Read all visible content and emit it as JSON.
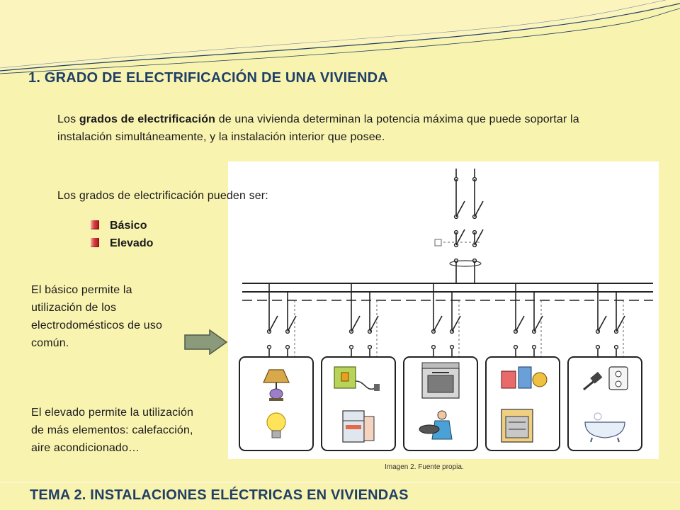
{
  "slide": {
    "title": "1. GRADO DE ELECTRIFICACIÓN DE UNA VIVIENDA",
    "intro": {
      "pre": "Los ",
      "bold": "grados de electrificación",
      "post": " de una vivienda determinan la potencia máxima que puede soportar la instalación simultáneamente, y la instalación interior que posee."
    },
    "levels_intro": "Los grados de electrificación pueden ser:",
    "levels": [
      "Básico",
      "Elevado"
    ],
    "basic_description": "El básico permite la utilización de los electrodomésticos de uso común.",
    "elevated_description": "El elevado permite la utilización de más elementos: calefacción, aire acondicionado…",
    "image_caption": "Imagen 2. Fuente propia.",
    "footer": "TEMA 2. INSTALACIONES ELÉCTRICAS EN VIVIENDAS"
  },
  "diagram": {
    "circuits": 5,
    "appliance_icons": [
      [
        "lamp-icon",
        "light-bulb-icon"
      ],
      [
        "washing-machine-icon",
        "refrigerator-icon"
      ],
      [
        "stove-icon",
        "cook-icon"
      ],
      [
        "kitchen-appliances-icon",
        "dishwasher-icon"
      ],
      [
        "plug-socket-icon",
        "bathtub-icon"
      ]
    ]
  },
  "colors": {
    "background": "#f9f3b0",
    "title": "#1f3f66",
    "bullet": "#c0282d",
    "arrow_fill": "#8a9a7a",
    "arrow_stroke": "#4e5a45",
    "decor_lines": "#1f3f66"
  }
}
